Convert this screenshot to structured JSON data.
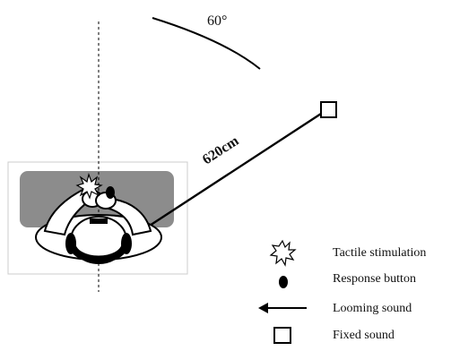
{
  "diagram": {
    "angle_label": "60°",
    "distance_label": "620cm"
  },
  "legend": {
    "items": [
      {
        "key": "tactile",
        "label": "Tactile stimulation",
        "icon": "starburst-icon"
      },
      {
        "key": "button",
        "label": "Response button",
        "icon": "filled-ellipse-icon"
      },
      {
        "key": "looming",
        "label": "Looming sound",
        "icon": "left-arrow-icon"
      },
      {
        "key": "fixed",
        "label": "Fixed sound",
        "icon": "open-square-icon"
      }
    ]
  },
  "colors": {
    "line": "#000000",
    "table": "#8c8c8c",
    "frame": "#c8c8c8",
    "background": "#ffffff"
  }
}
